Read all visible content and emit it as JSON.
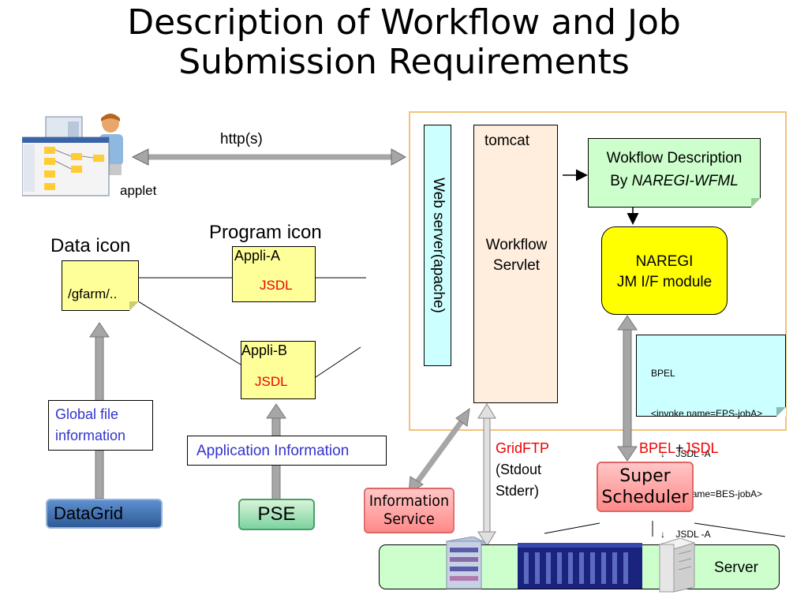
{
  "title_line1": "Description of Workflow and Job",
  "title_line2": "Submission Requirements",
  "client": {
    "applet_label": "applet",
    "http_label": "http(s)"
  },
  "data_icon": {
    "heading": "Data icon",
    "path": "/gfarm/.."
  },
  "program_icon": {
    "heading": "Program icon"
  },
  "appli_a": {
    "name": "Appli-A",
    "jsdl": "JSDL"
  },
  "appli_b": {
    "name": "Appli-B",
    "jsdl": "JSDL"
  },
  "global_file": {
    "line1": "Global file",
    "line2": "information"
  },
  "app_info": "Application Information",
  "datagrid": "DataGrid",
  "pse": "PSE",
  "web_server": "Web server(apache)",
  "tomcat": {
    "label": "tomcat",
    "servlet_line1": "Workflow",
    "servlet_line2": "Servlet"
  },
  "workflow_desc": {
    "line1": "Wokflow Description",
    "line2_prefix": "By ",
    "line2_italic": "NAREGI-WFML"
  },
  "naregi": {
    "line1": "NAREGI",
    "line2": "JM I/F module"
  },
  "bpel_note": {
    "line1": "BPEL",
    "line2": "<invoke name=EPS-jobA>",
    "line3": "↓    JSDL -A",
    "line4": "<invoke name=BES-jobA>",
    "line5": "↓    JSDL -A",
    "line6": "……………………"
  },
  "bpel_jsdl": {
    "bpel": "BPEL",
    "plus": "+",
    "jsdl": "JSDL"
  },
  "gridftp": {
    "line1": "GridFTP",
    "line2": "(Stdout",
    "line3": "Stderr)"
  },
  "info_service": {
    "line1": "Information",
    "line2": "Service"
  },
  "super_scheduler": {
    "line1": "Super",
    "line2": "Scheduler"
  },
  "server_label": "Server",
  "colors": {
    "orange_frame": "#f2c27a",
    "cyan": "#ccffff",
    "peach": "#ffeedd",
    "light_green": "#ccffcc",
    "yellow": "#ffff00",
    "light_yellow": "#ffff99",
    "pink": "#ff9999",
    "red_text": "#ee0000",
    "blue_text": "#3333cc",
    "arrow_gray": "#a6a6a6"
  }
}
